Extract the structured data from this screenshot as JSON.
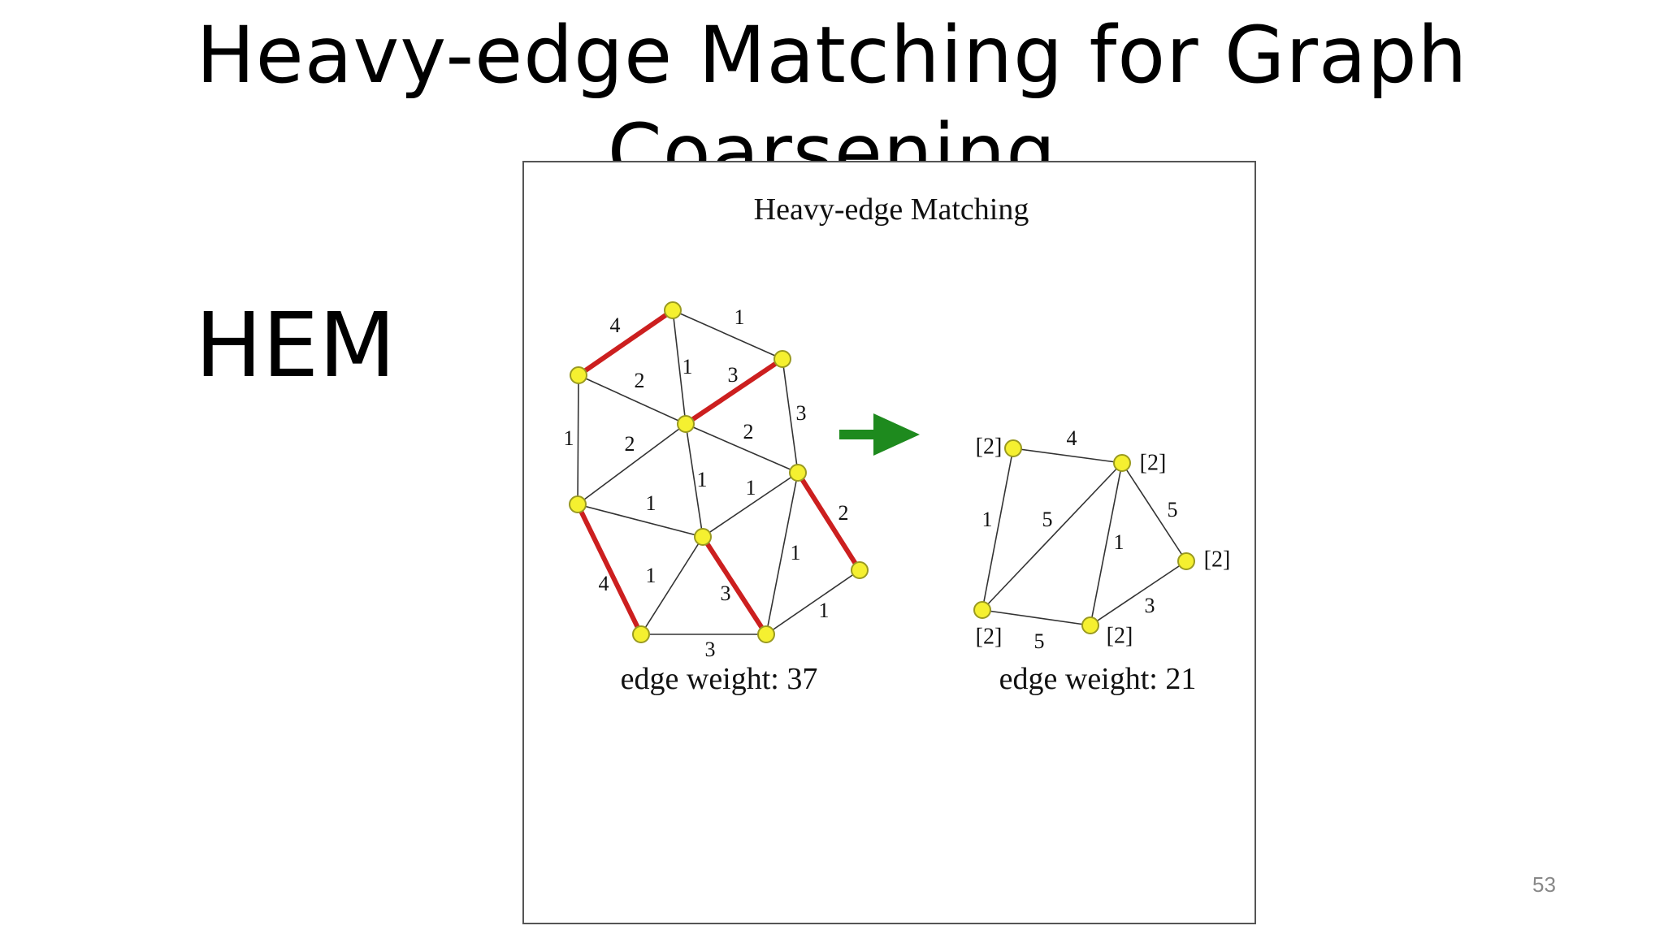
{
  "slide": {
    "title": "Heavy-edge Matching for Graph Coarsening",
    "side_label": "HEM",
    "page_number": "53"
  },
  "figure": {
    "title": "Heavy-edge Matching",
    "left_graph": {
      "caption": "edge weight: 37",
      "edges": [
        {
          "w": "4",
          "matched": true
        },
        {
          "w": "1",
          "matched": false
        },
        {
          "w": "2",
          "matched": false
        },
        {
          "w": "1",
          "matched": false
        },
        {
          "w": "3",
          "matched": true
        },
        {
          "w": "3",
          "matched": false
        },
        {
          "w": "1",
          "matched": false
        },
        {
          "w": "2",
          "matched": false
        },
        {
          "w": "2",
          "matched": false
        },
        {
          "w": "1",
          "matched": false
        },
        {
          "w": "1",
          "matched": false
        },
        {
          "w": "1",
          "matched": false
        },
        {
          "w": "2",
          "matched": true
        },
        {
          "w": "1",
          "matched": false
        },
        {
          "w": "4",
          "matched": true
        },
        {
          "w": "1",
          "matched": false
        },
        {
          "w": "3",
          "matched": true
        },
        {
          "w": "3",
          "matched": false
        },
        {
          "w": "1",
          "matched": false
        }
      ]
    },
    "right_graph": {
      "caption": "edge weight: 21",
      "node_labels": [
        "[2]",
        "[2]",
        "[2]",
        "[2]",
        "[2]"
      ],
      "edges": [
        {
          "w": "4"
        },
        {
          "w": "1"
        },
        {
          "w": "5"
        },
        {
          "w": "5"
        },
        {
          "w": "1"
        },
        {
          "w": "3"
        },
        {
          "w": "5"
        }
      ]
    },
    "colors": {
      "node_fill": "#f5f030",
      "node_stroke": "#9a9a20",
      "matched_edge": "#cc1f1f",
      "edge": "#333333",
      "arrow": "#1e8a1e"
    }
  }
}
